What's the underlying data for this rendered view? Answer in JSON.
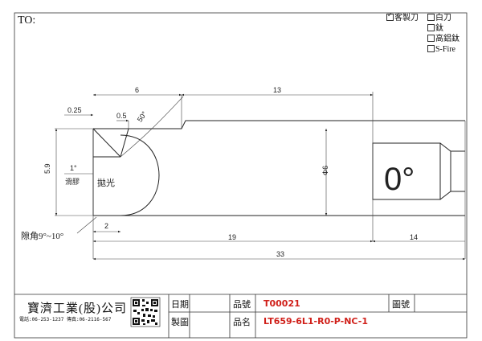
{
  "header": {
    "to_label": "TO:"
  },
  "options": [
    {
      "label": "客製刀",
      "checked": true
    },
    {
      "label": "白刀",
      "checked": false
    },
    {
      "label": "鈦",
      "checked": false
    },
    {
      "label": "高鋁鈦",
      "checked": false
    },
    {
      "label": "S-Fire",
      "checked": false
    }
  ],
  "drawing": {
    "dims": {
      "d_6": "6",
      "d_13": "13",
      "d_025": "0.25",
      "d_05": "0.5",
      "d_50deg": "50°",
      "d_59": "5.9",
      "d_1deg": "1°",
      "d_2": "2",
      "d_phi6": "Φ6",
      "d_19": "19",
      "d_14": "14",
      "d_33": "33"
    },
    "notes": {
      "lap": "滑膠",
      "polish": "拋光",
      "chamfer": "隙角9°~10°",
      "zero": "0°"
    }
  },
  "title_block": {
    "company": "寶濟工業(股)公司",
    "contact": "電話:06-253-1237 傳真:06-2116-567",
    "date_label": "日期",
    "drawn_label": "製圖",
    "part_no_label": "品號",
    "part_name_label": "品名",
    "part_no": "T00021",
    "part_name": "LT659-6L1-R0-P-NC-1",
    "drawing_no_label": "圖號"
  }
}
